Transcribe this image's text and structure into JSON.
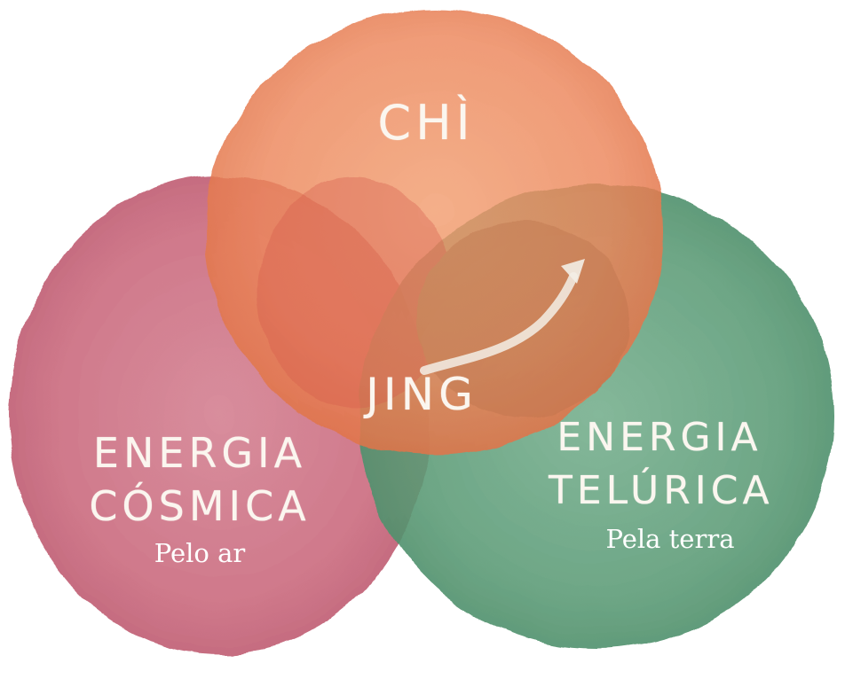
{
  "circles": {
    "top": {
      "color": "#ef8d5e",
      "label": "CHÌ"
    },
    "left": {
      "color": "#cf6f82",
      "line1": "ENERGIA",
      "line2": "CÓSMICA",
      "sub": "Pelo ar"
    },
    "right": {
      "color": "#5f9e79",
      "line1": "ENERGIA",
      "line2": "TELÚRICA",
      "sub": "Pela terra"
    }
  },
  "center": {
    "label": "JING"
  }
}
